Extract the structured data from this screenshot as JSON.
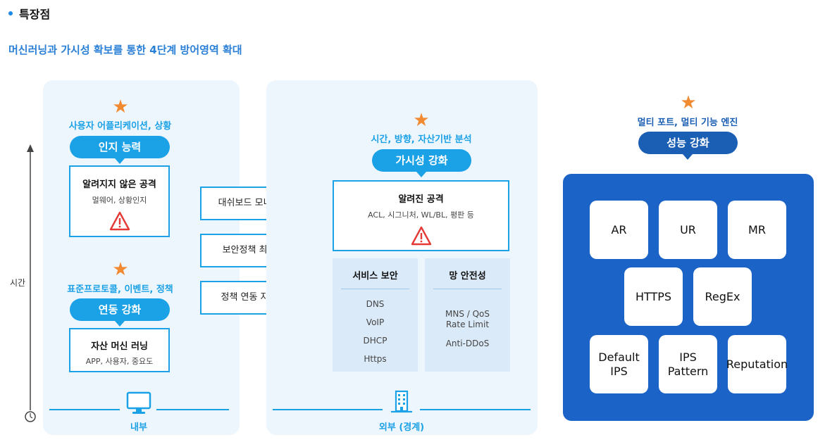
{
  "heading": "특장점",
  "subtitle": "머신러닝과 가시성 확보를 통한 4단계 방어영역 확대",
  "axis": {
    "label": "시간"
  },
  "internal": {
    "top": {
      "caption": "사용자 어플리케이션, 상황",
      "pill": "인지 능력",
      "box_title": "알려지지 않은 공격",
      "box_sub": "멀웨어, 상황인지"
    },
    "bottom": {
      "caption": "표준프로토콜, 이벤트, 정책",
      "pill": "연동 강화",
      "box_title": "자산 머신 러닝",
      "box_sub": "APP, 사용자, 중요도"
    },
    "footer": "내부"
  },
  "middle_boxes": [
    "대쉬보드 모니터링",
    "보안정책 최적화",
    "정책 연동 자동화"
  ],
  "external": {
    "caption": "시간, 방향, 자산기반 분석",
    "pill": "가시성 강화",
    "box_title": "알려진 공격",
    "box_sub": "ACL, 시그니처, WL/BL, 평판 등",
    "service": {
      "title": "서비스 보안",
      "items": [
        "DNS",
        "VoIP",
        "DHCP",
        "Https"
      ]
    },
    "network": {
      "title": "망 안전성",
      "items": [
        "MNS / QoS\nRate Limit",
        "Anti-DDoS"
      ]
    },
    "footer": "외부 (경계)"
  },
  "performance": {
    "caption": "멀티 포트, 멀티 기능 엔진",
    "pill": "성능 강화",
    "tiles": [
      "AR",
      "UR",
      "MR",
      "HTTPS",
      "RegEx",
      "Default\nIPS",
      "IPS\nPattern",
      "Reputation"
    ]
  },
  "colors": {
    "accent": "#1ba1e6",
    "dark_blue": "#1a5fb4",
    "panel_bg": "#eef6fd",
    "star": "#f28a32"
  },
  "icons": [
    "star-icon",
    "warning-icon",
    "monitor-icon",
    "building-icon",
    "clock-icon"
  ]
}
